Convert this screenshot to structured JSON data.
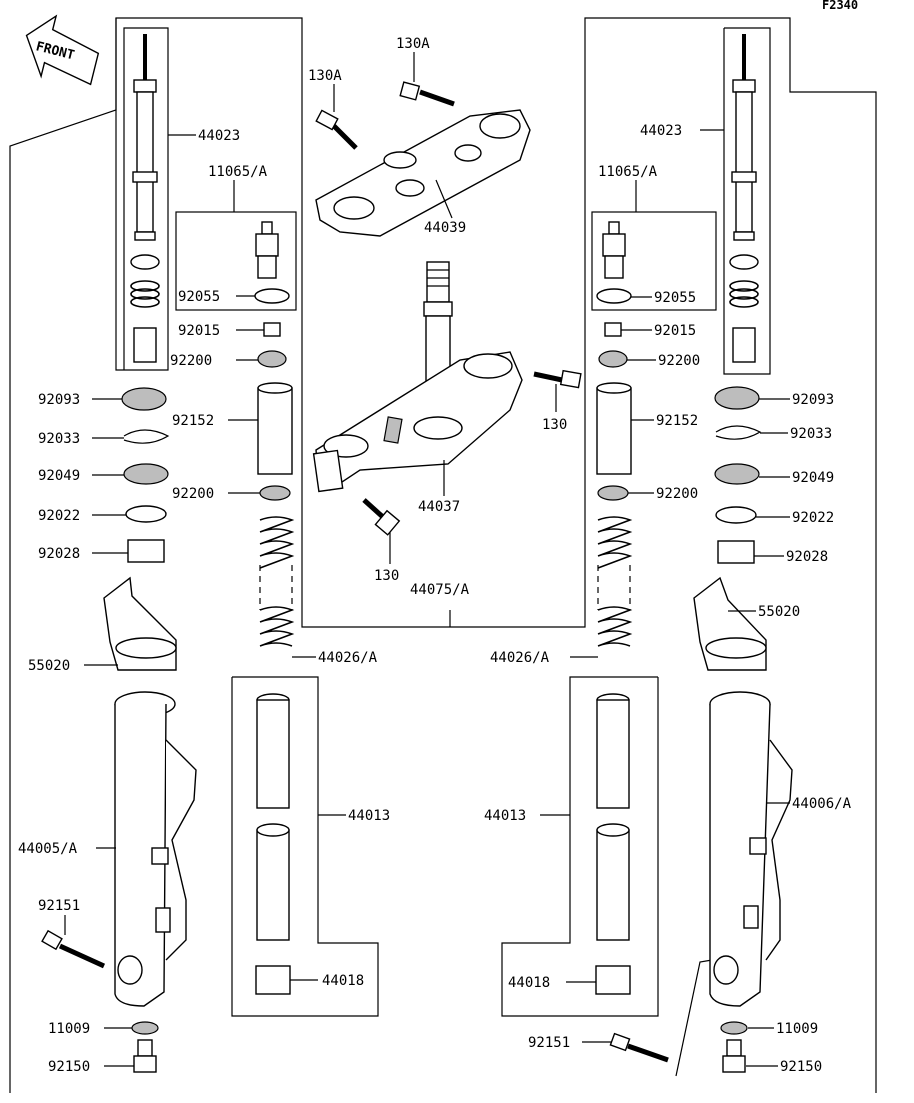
{
  "figure_id": "F2340",
  "front_label": "FRONT",
  "labels": {
    "p130A_a": "130A",
    "p130A_b": "130A",
    "p44039": "44039",
    "p44037": "44037",
    "p130_a": "130",
    "p130_b": "130",
    "p44075A": "44075/A",
    "L_44023": "44023",
    "L_11065A": "11065/A",
    "L_92055": "92055",
    "L_92015": "92015",
    "L_92200a": "92200",
    "L_92093": "92093",
    "L_92152": "92152",
    "L_92033": "92033",
    "L_92049": "92049",
    "L_92200b": "92200",
    "L_92022": "92022",
    "L_92028": "92028",
    "L_55020": "55020",
    "L_44026A": "44026/A",
    "L_44013": "44013",
    "L_44005A": "44005/A",
    "L_92151": "92151",
    "L_44018": "44018",
    "L_11009": "11009",
    "L_92150": "92150",
    "R_44023": "44023",
    "R_11065A": "11065/A",
    "R_92055": "92055",
    "R_92015": "92015",
    "R_92200a": "92200",
    "R_92093": "92093",
    "R_92152": "92152",
    "R_92033": "92033",
    "R_92049": "92049",
    "R_92200b": "92200",
    "R_92022": "92022",
    "R_92028": "92028",
    "R_55020": "55020",
    "R_44026A": "44026/A",
    "R_44013": "44013",
    "R_44006A": "44006/A",
    "R_44018": "44018",
    "R_92151": "92151",
    "R_11009": "11009",
    "R_92150": "92150"
  },
  "colors": {
    "line": "#000000",
    "shade": "#bdbdbd",
    "background": "#ffffff"
  }
}
